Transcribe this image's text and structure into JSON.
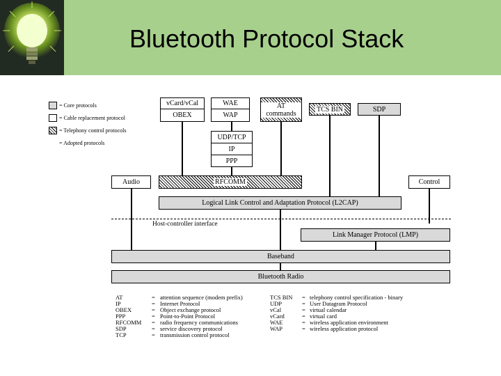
{
  "title": "Bluetooth Protocol Stack",
  "legend": {
    "core": "= Core protocols",
    "cable": "= Cable replacement protocol",
    "telephony": "= Telephony control protocols",
    "adopted": "= Adopted protocols"
  },
  "boxes": {
    "vcard": "vCard/vCal",
    "obex": "OBEX",
    "wae": "WAE",
    "wap": "WAP",
    "at": "AT commands",
    "tcsbin": "TCS BIN",
    "sdp": "SDP",
    "udptcp": "UDP/TCP",
    "ip": "IP",
    "ppp": "PPP",
    "audio": "Audio",
    "rfcomm": "RFCOMM",
    "control": "Control",
    "l2cap": "Logical Link Control and Adaptation Protocol (L2CAP)",
    "hci": "Host-controller interface",
    "lmp": "Link Manager Protocol (LMP)",
    "baseband": "Baseband",
    "radio": "Bluetooth Radio"
  },
  "abbreviations_left": [
    {
      "abbr": "AT",
      "eq": "=",
      "meaning": "attention sequence (modem prefix)"
    },
    {
      "abbr": "IP",
      "eq": "=",
      "meaning": "Internet Protocol"
    },
    {
      "abbr": "OBEX",
      "eq": "=",
      "meaning": "Object exchange protocol"
    },
    {
      "abbr": "PPP",
      "eq": "=",
      "meaning": "Point-to-Point Protocol"
    },
    {
      "abbr": "RFCOMM",
      "eq": "=",
      "meaning": "radio frequency communications"
    },
    {
      "abbr": "SDP",
      "eq": "=",
      "meaning": "service discovery protocol"
    },
    {
      "abbr": "TCP",
      "eq": "=",
      "meaning": "transmission control protocol"
    }
  ],
  "abbreviations_right": [
    {
      "abbr": "TCS BIN",
      "eq": "=",
      "meaning": "telephony control specification - binary"
    },
    {
      "abbr": "UDP",
      "eq": "=",
      "meaning": "User Datagram Protocol"
    },
    {
      "abbr": "vCal",
      "eq": "=",
      "meaning": "virtual calendar"
    },
    {
      "abbr": "vCard",
      "eq": "=",
      "meaning": "virtual card"
    },
    {
      "abbr": "WAE",
      "eq": "=",
      "meaning": "wireless application environment"
    },
    {
      "abbr": "WAP",
      "eq": "=",
      "meaning": "wireless application protocol"
    }
  ],
  "colors": {
    "banner": "#a8d08d",
    "bulb_panel": "#222b22",
    "bulb_glow": "#d8ff5a",
    "core_fill": "#d9d9d9"
  }
}
